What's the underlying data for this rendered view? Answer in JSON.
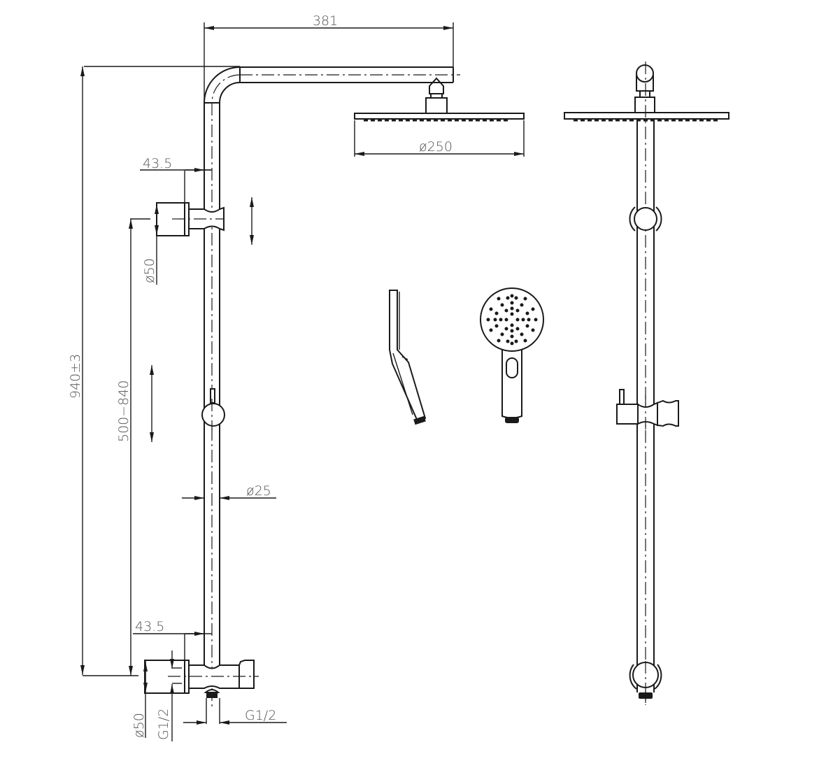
{
  "drawing": {
    "title": "Shower column technical drawing",
    "line_color": "#1a1a1a",
    "text_color": "#555555",
    "background": "#ffffff"
  },
  "dimensions": {
    "arm_length": "381",
    "rain_head_diameter": "ø250",
    "upper_bracket_offset": "43.5",
    "upper_bracket_diameter": "ø50",
    "total_height": "940±3",
    "adjust_range": "500−840",
    "rail_diameter": "ø25",
    "lower_bracket_offset": "43.5",
    "lower_bracket_diameter": "ø50",
    "inlet_thread": "G1/2",
    "outlet_thread": "G1/2"
  },
  "views": {
    "side_view": "side-elevation",
    "front_view": "front-elevation",
    "hand_shower_side": "hand-shower-profile",
    "hand_shower_front": "hand-shower-face"
  }
}
